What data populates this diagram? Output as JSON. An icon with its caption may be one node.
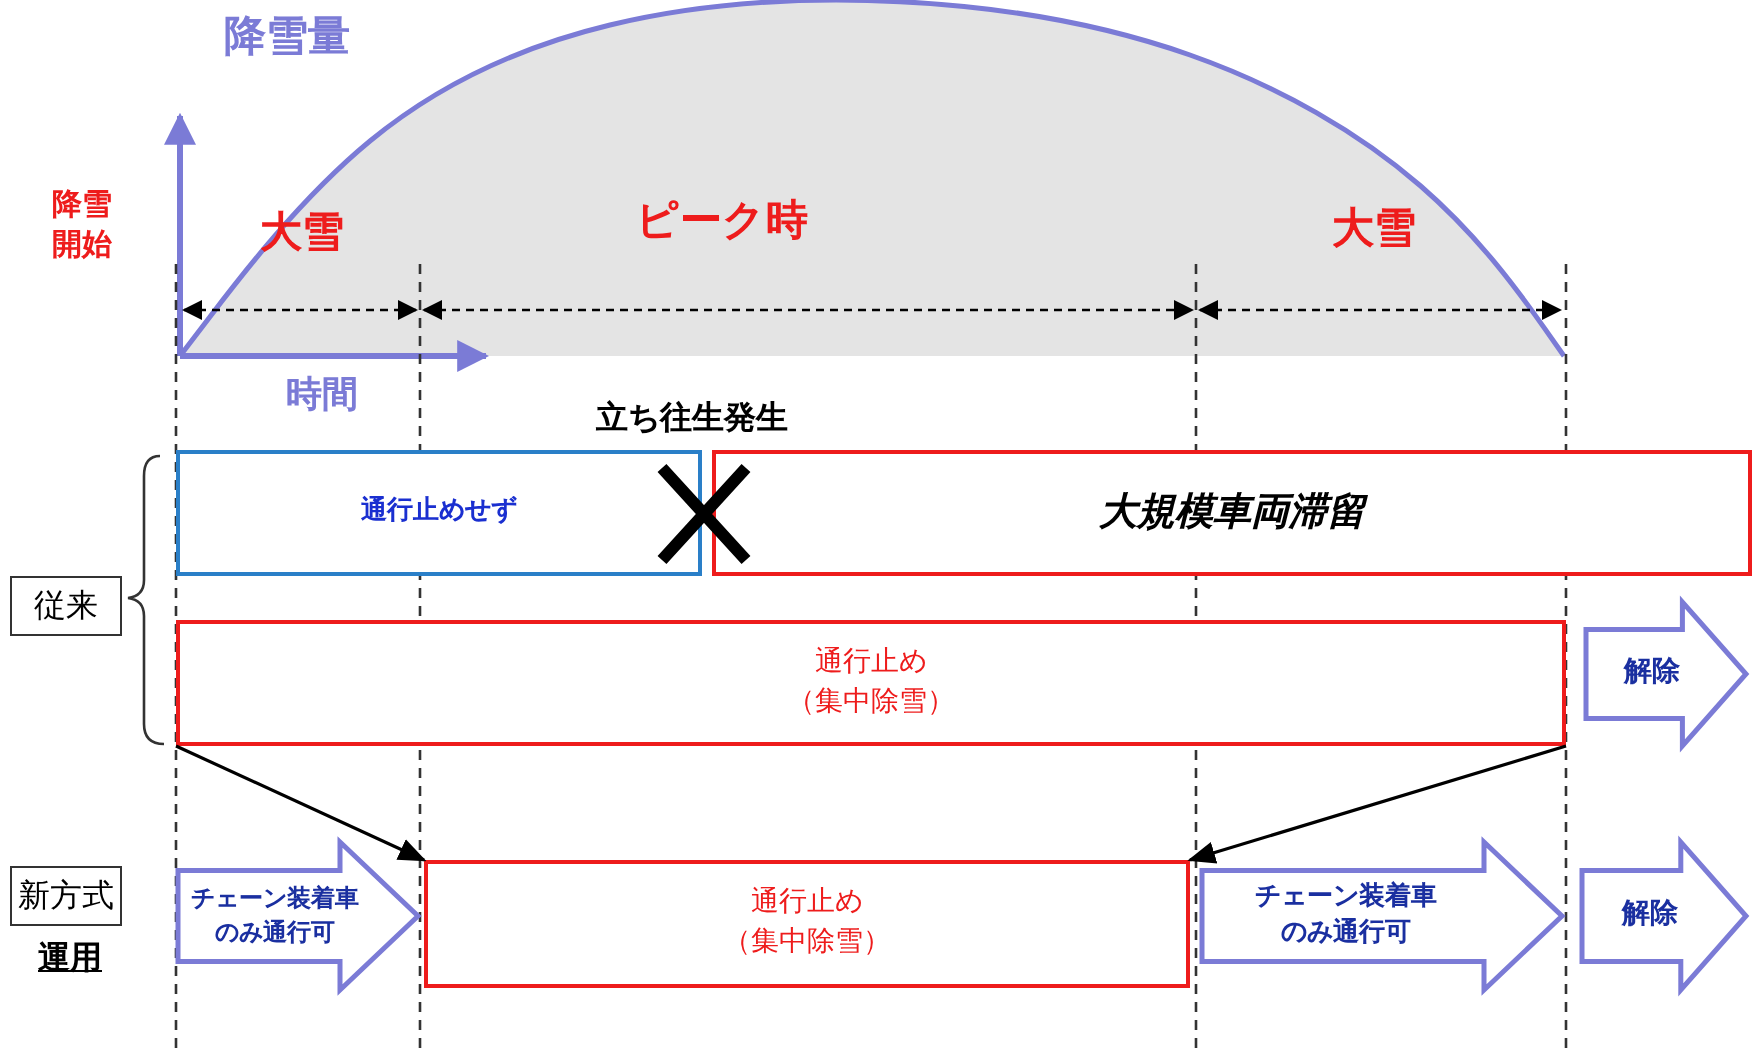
{
  "diagram": {
    "nodes": [
      {
        "text": [
          "従来"
        ]
      },
      {
        "text": [
          "新方式"
        ],
        "beside": [
          "運用"
        ]
      },
      {
        "text": [
          "通行止めせず"
        ]
      },
      {
        "text": [
          "大規模車両滞留"
        ]
      },
      {
        "text": [
          "通行止め（集中除雪）"
        ]
      },
      {
        "text": [
          "解除"
        ]
      },
      {
        "text": [
          "チェーン装着車のみ通行可"
        ]
      },
      {
        "text": [
          "通行止め（集中除雪）"
        ]
      },
      {
        "text": [
          "チェーン装着車のみ通行可"
        ]
      },
      {
        "text": [
          "解除"
        ]
      }
    ],
    "edges": [
      {
        "from": 4,
        "to": 7,
        "arrow": "to"
      },
      {
        "from": 4,
        "to": 7,
        "arrow": "to"
      }
    ],
    "labels": [
      "降雪量",
      "降雪開始",
      "大雪",
      "ピーク時",
      "大雪",
      "時間",
      "立ち往生発生"
    ]
  }
}
